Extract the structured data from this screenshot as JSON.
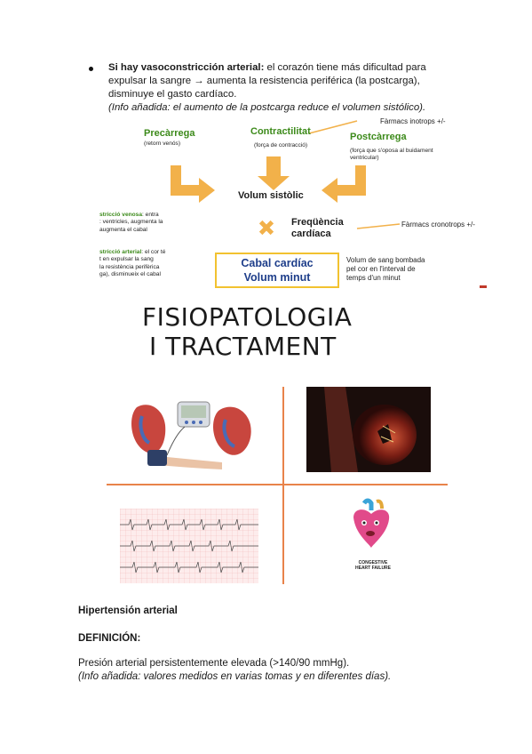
{
  "bullet": {
    "lead": "Si hay vasoconstricción arterial:",
    "text": " el corazón tiene más dificultad para expulsar la sangre → aumenta la resistencia periférica (la postcarga), disminuye el gasto cardíaco.",
    "note": "(Info añadida: el aumento de la postcarga reduce el volumen sistólico)."
  },
  "diagram": {
    "farmacs_ino": "Fàrmacs inotrops +/-",
    "precarrega": "Precàrrega",
    "precarrega_sub": "(retorn venós)",
    "contractilitat": "Contractilitat",
    "contractilitat_sub": "(força de contracció)",
    "postcarrega": "Postcàrrega",
    "postcarrega_sub1": "(força que s'oposa al buidament",
    "postcarrega_sub2": "ventricular)",
    "volum_sistolic": "Volum sistòlic",
    "venosa_head": "strícció venosa",
    "venosa_colon": ": entra",
    "venosa_l2": ": ventricles, augmenta la",
    "venosa_l3": "augmenta el cabal",
    "frequencia1": "Freqüència",
    "frequencia2": "cardíaca",
    "farmacs_crono": "Fàrmacs cronotrops +/-",
    "arterial_head": "strícció arterial",
    "arterial_colon": ": el cor té",
    "arterial_l2": "t en expulsar la sang",
    "arterial_l3": "la resistència perifèrica",
    "arterial_l4": "ga), disminueix el cabal",
    "cabal1": "Cabal cardíac",
    "cabal2": "Volum minut",
    "volum_sang1": "Volum de sang bombada",
    "volum_sang2": "pel cor en l'interval de",
    "volum_sang3": "temps d'un minut"
  },
  "title": {
    "line1": "FISIOPATOLOGIA",
    "line2": "I TRACTAMENT"
  },
  "images": {
    "chf_label1": "CONGESTIVE",
    "chf_label2": "HEART FAILURE"
  },
  "section": {
    "heading": "Hipertensión arterial",
    "def_label": "DEFINICIÓN:",
    "def_text": "Presión arterial persistentemente elevada (>140/90 mmHg).",
    "def_note": "(Info añadida: valores medidos en varias tomas y en diferentes días)."
  },
  "colors": {
    "arrow_orange": "#f2b14a",
    "accent_orange": "#e8834a",
    "green": "#3c8a1a",
    "navy": "#1e3e8a"
  }
}
